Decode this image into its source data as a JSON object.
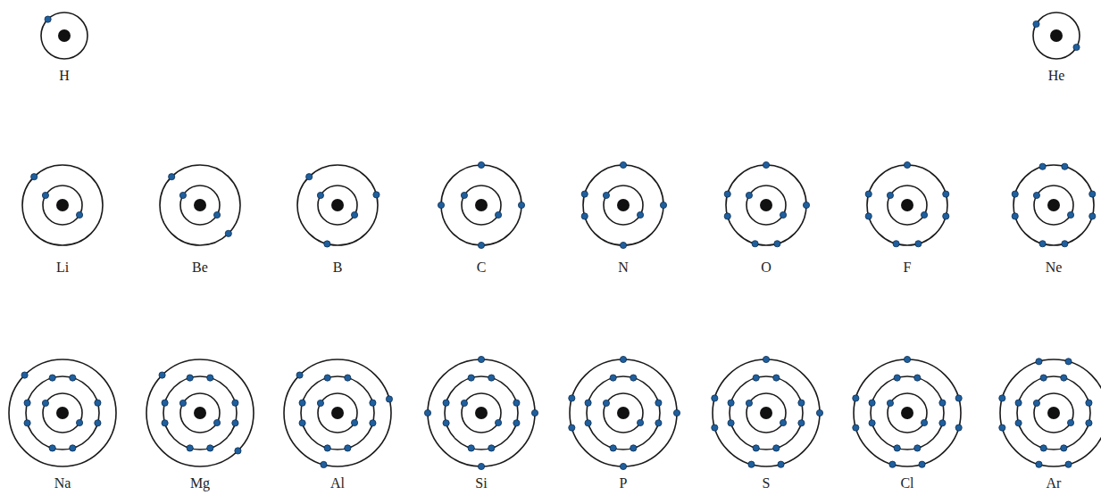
{
  "diagram": {
    "labels": [
      "H",
      "He",
      "Li",
      "Be",
      "B",
      "C",
      "N",
      "O",
      "F",
      "Ne",
      "Na",
      "Mg",
      "Al",
      "Si",
      "P",
      "S",
      "Cl",
      "Ar"
    ]
  }
}
